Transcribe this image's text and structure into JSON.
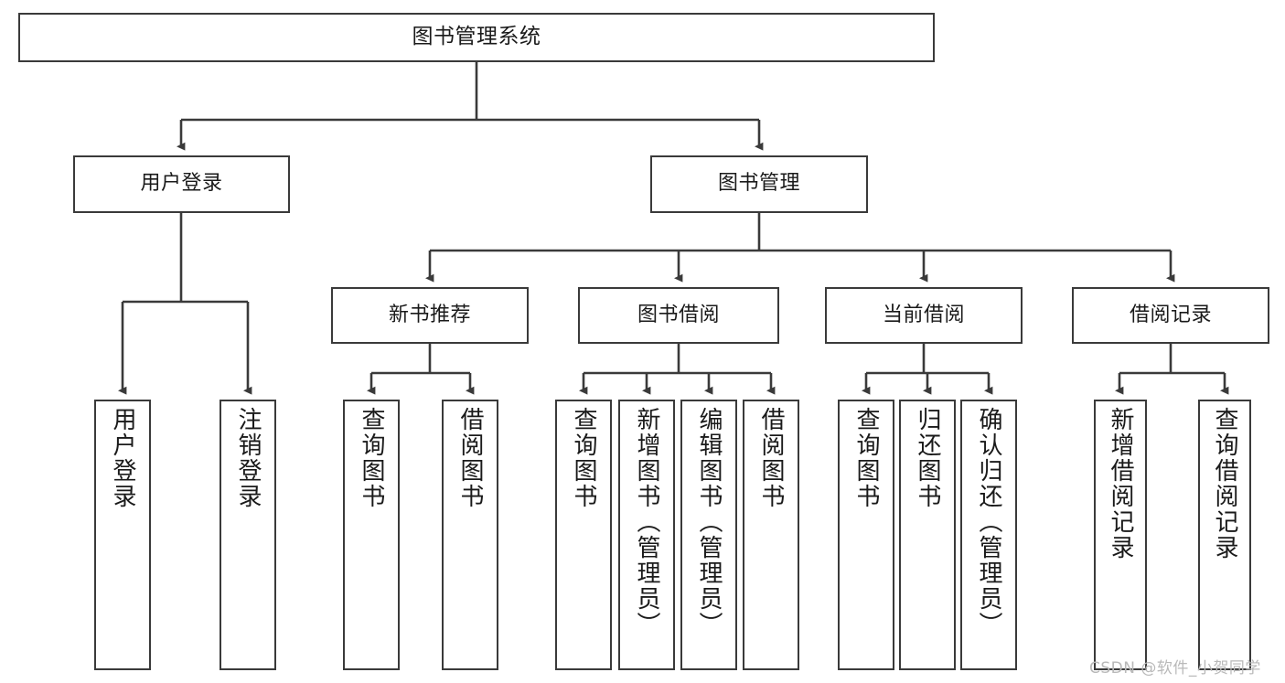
{
  "diagram": {
    "title": "图书管理系统",
    "type": "tree-hierarchy",
    "root": {
      "label": "图书管理系统"
    },
    "level2": [
      {
        "label": "用户登录"
      },
      {
        "label": "图书管理"
      }
    ],
    "level3": [
      {
        "label": "新书推荐"
      },
      {
        "label": "图书借阅"
      },
      {
        "label": "当前借阅"
      },
      {
        "label": "借阅记录"
      }
    ],
    "leaves": {
      "user_login": [
        {
          "label": "用户登录"
        },
        {
          "label": "注销登录"
        }
      ],
      "new_book_recommend": [
        {
          "label": "查询图书"
        },
        {
          "label": "借阅图书"
        }
      ],
      "book_borrow": [
        {
          "label": "查询图书"
        },
        {
          "label": "新增图书（管理员）"
        },
        {
          "label": "编辑图书（管理员）"
        },
        {
          "label": "借阅图书"
        }
      ],
      "current_borrow": [
        {
          "label": "查询图书"
        },
        {
          "label": "归还图书"
        },
        {
          "label": "确认归还（管理员）"
        }
      ],
      "borrow_record": [
        {
          "label": "新增借阅记录"
        },
        {
          "label": "查询借阅记录"
        }
      ]
    }
  },
  "watermark": {
    "text": "CSDN @软件_小贺同学"
  },
  "colors": {
    "border": "#3a3a3a",
    "text": "#1a1a1a",
    "background": "#ffffff",
    "watermark": "#b9b9b9"
  }
}
